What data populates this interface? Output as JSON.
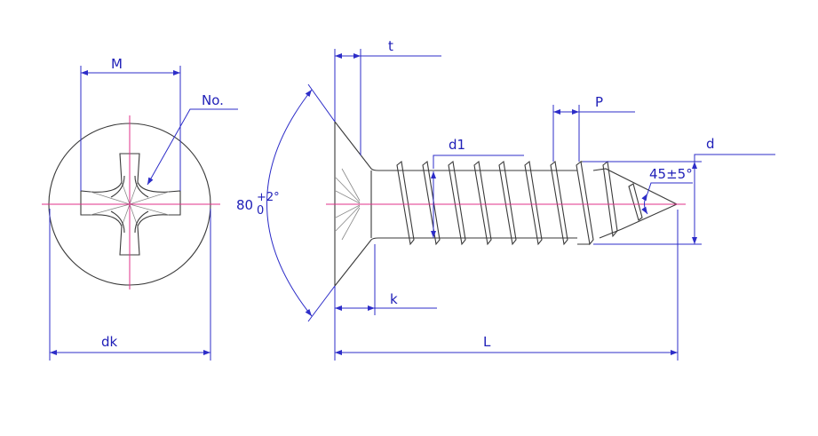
{
  "labels": {
    "M": "M",
    "No": "No.",
    "angle_value": "80",
    "angle_plus": "+2°",
    "angle_minus": "0",
    "dk": "dk",
    "t": "t",
    "k": "k",
    "d1": "d1",
    "P": "P",
    "d": "d",
    "tip_angle": "45±5°",
    "L": "L"
  },
  "colors": {
    "outline": "#3a3a3a",
    "dimension": "#2d2dc8",
    "centerline": "#e0308a"
  }
}
